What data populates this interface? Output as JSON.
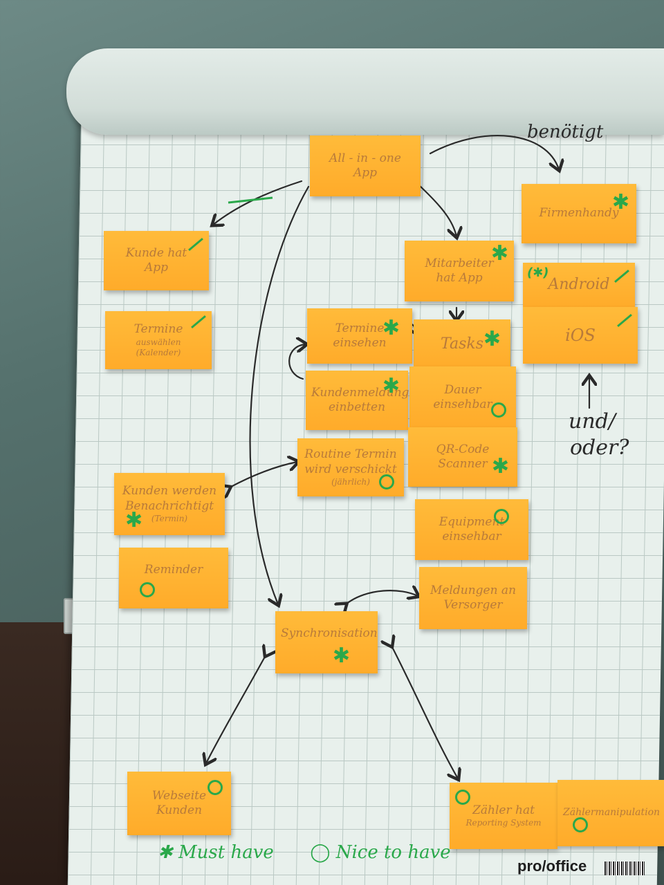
{
  "flipchart": {
    "top_title": "",
    "annotations": {
      "needs": "benötigt",
      "and_or_line1": "und/",
      "and_or_line2": "oder?"
    },
    "legend": {
      "must_have": "✱ Must have",
      "nice_to_have": "◯ Nice to have"
    },
    "brand": "pro/office"
  },
  "notes": {
    "all_in_one": [
      "All - in - one",
      "App"
    ],
    "customer_app": [
      "Kunde hat",
      "App"
    ],
    "choose_dates": [
      "Termine",
      "auswählen",
      "(Kalender)"
    ],
    "employee_app": [
      "Mitarbeiter",
      "hat App"
    ],
    "company_phone": [
      "Firmenhandy"
    ],
    "android": [
      "Android"
    ],
    "ios": [
      "iOS"
    ],
    "view_dates": [
      "Termine",
      "einsehen"
    ],
    "tasks": [
      "Tasks"
    ],
    "customer_report": [
      "Kundenmeldung",
      "einbetten"
    ],
    "view_duration": [
      "Dauer einsehbar"
    ],
    "routine": [
      "Routine Termin",
      "wird verschickt",
      "(jährlich)"
    ],
    "qr_scanner": [
      "QR-Code",
      "Scanner"
    ],
    "customers_notified": [
      "Kunden werden",
      "Benachrichtigt",
      "(Termin)"
    ],
    "equipment": [
      "Equipment",
      "einsehbar"
    ],
    "reminder": [
      "Reminder"
    ],
    "reports_supplier": [
      "Meldungen an",
      "Versorger"
    ],
    "sync": [
      "Synchronisation"
    ],
    "website": [
      "Webseite",
      "Kunden"
    ],
    "meter_report": [
      "Zähler hat",
      "Reporting System"
    ],
    "meter_manipulation": [
      "Zählermanipulation"
    ]
  },
  "colors": {
    "note": "#ffb030",
    "marker_green": "#2aa84a",
    "ink": "#2a2a2a"
  }
}
